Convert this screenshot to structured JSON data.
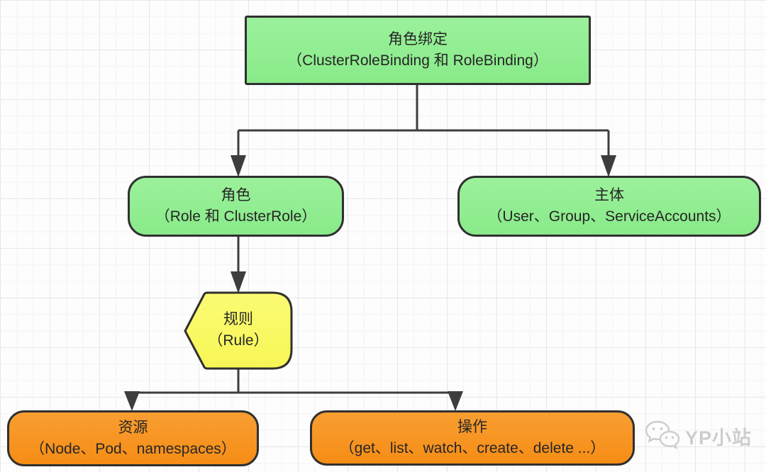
{
  "diagram": {
    "type": "flowchart",
    "topic": "Kubernetes RBAC 角色绑定结构",
    "nodes": {
      "role_binding": {
        "title": "角色绑定",
        "subtitle": "（ClusterRoleBinding 和 RoleBinding）",
        "shape": "rectangle",
        "color": "#90ee90"
      },
      "role": {
        "title": "角色",
        "subtitle": "（Role 和 ClusterRole）",
        "shape": "rounded-rectangle",
        "color": "#90ee90"
      },
      "subject": {
        "title": "主体",
        "subtitle": "（User、Group、ServiceAccounts）",
        "shape": "rounded-rectangle",
        "color": "#90ee90"
      },
      "rule": {
        "title": "规则",
        "subtitle": "（Rule）",
        "shape": "pentagon-left-point",
        "color": "#f9f862"
      },
      "resource": {
        "title": "资源",
        "subtitle": "（Node、Pod、namespaces）",
        "shape": "rounded-rectangle",
        "color": "#f7941e"
      },
      "operation": {
        "title": "操作",
        "subtitle": "（get、list、watch、create、delete ...）",
        "shape": "rounded-rectangle",
        "color": "#f7941e"
      }
    },
    "edges": [
      {
        "from": "role_binding",
        "to": "role"
      },
      {
        "from": "role_binding",
        "to": "subject"
      },
      {
        "from": "role",
        "to": "rule"
      },
      {
        "from": "rule",
        "to": "resource"
      },
      {
        "from": "rule",
        "to": "operation"
      }
    ],
    "colors": {
      "green_fill": "#90ee90",
      "yellow_fill": "#f9f862",
      "orange_fill": "#f7941e",
      "shape_border": "#303030",
      "connector_line": "#3d3d3d",
      "grid_line": "#e7e7e7",
      "text": "#262626"
    }
  },
  "watermark": {
    "label": "YP小站",
    "icon": "wechat-icon"
  }
}
